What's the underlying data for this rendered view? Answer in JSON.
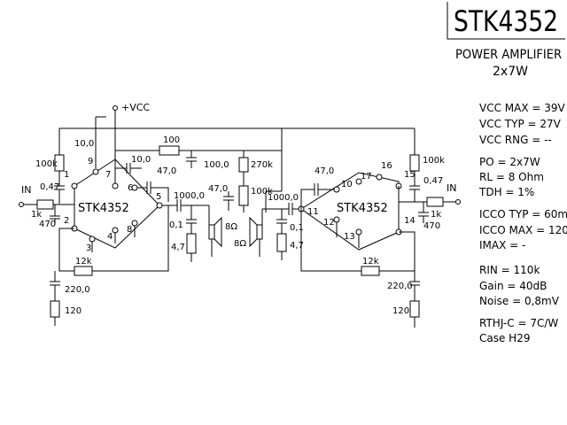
{
  "header": {
    "part_number": "STK4352",
    "description": "POWER AMPLIFIER",
    "output_config": "2x7W"
  },
  "specs": {
    "vcc_max": "VCC MAX = 39V",
    "vcc_typ": "VCC TYP = 27V",
    "vcc_rng": "VCC RNG = --",
    "po": "PO = 2x7W",
    "rl": "RL = 8 Ohm",
    "tdh": "TDH = 1%",
    "icco_typ": "ICCO TYP = 60mA",
    "icco_max": "ICCO MAX = 120mA",
    "imax": "IMAX = -",
    "rin": "RIN = 110k",
    "gain": "Gain = 40dB",
    "noise": "Noise = 0,8mV",
    "rthj": "RTHJ-C = 7C/W",
    "case": "Case H29"
  },
  "schematic": {
    "supply": "+VCC",
    "chip_left": "STK4352",
    "chip_right": "STK4352",
    "in_left": "IN",
    "in_right": "IN",
    "pins": {
      "p1": "1",
      "p2": "2",
      "p3": "3",
      "p4": "4",
      "p5": "5",
      "p6": "6",
      "p7": "7",
      "p8": "8",
      "p9": "9",
      "p10": "10",
      "p11": "11",
      "p12": "12",
      "p13": "13",
      "p14": "14",
      "p15": "15",
      "p16": "16",
      "p17": "17"
    },
    "components": {
      "r_100": "100",
      "c_100_0": "100,0",
      "r_270k": "270k",
      "c_10_0_a": "10,0",
      "c_10_0_b": "10,0",
      "c_47_0_a": "47,0",
      "c_47_0_b": "47,0",
      "c_47_0_c": "47,0",
      "r_100k_l": "100k",
      "r_100k_mid": "100k",
      "r_100k_r": "100k",
      "c_0_47_l": "0,47",
      "c_0_47_r": "0,47",
      "r_1k_l": "1k",
      "r_1k_r": "1k",
      "c_470_l": "470",
      "c_470_r": "470",
      "c_1000_l": "1000,0",
      "c_1000_r": "1000,0",
      "c_0_1_l": "0,1",
      "c_0_1_r": "0,1",
      "r_4_7_l": "4,7",
      "r_4_7_r": "4,7",
      "spk_l": "8Ω",
      "spk_r": "8Ω",
      "r_12k_l": "12k",
      "r_12k_r": "12k",
      "c_220_l": "220,0",
      "c_220_r": "220,0",
      "r_120_l": "120",
      "r_120_r": "120"
    }
  }
}
